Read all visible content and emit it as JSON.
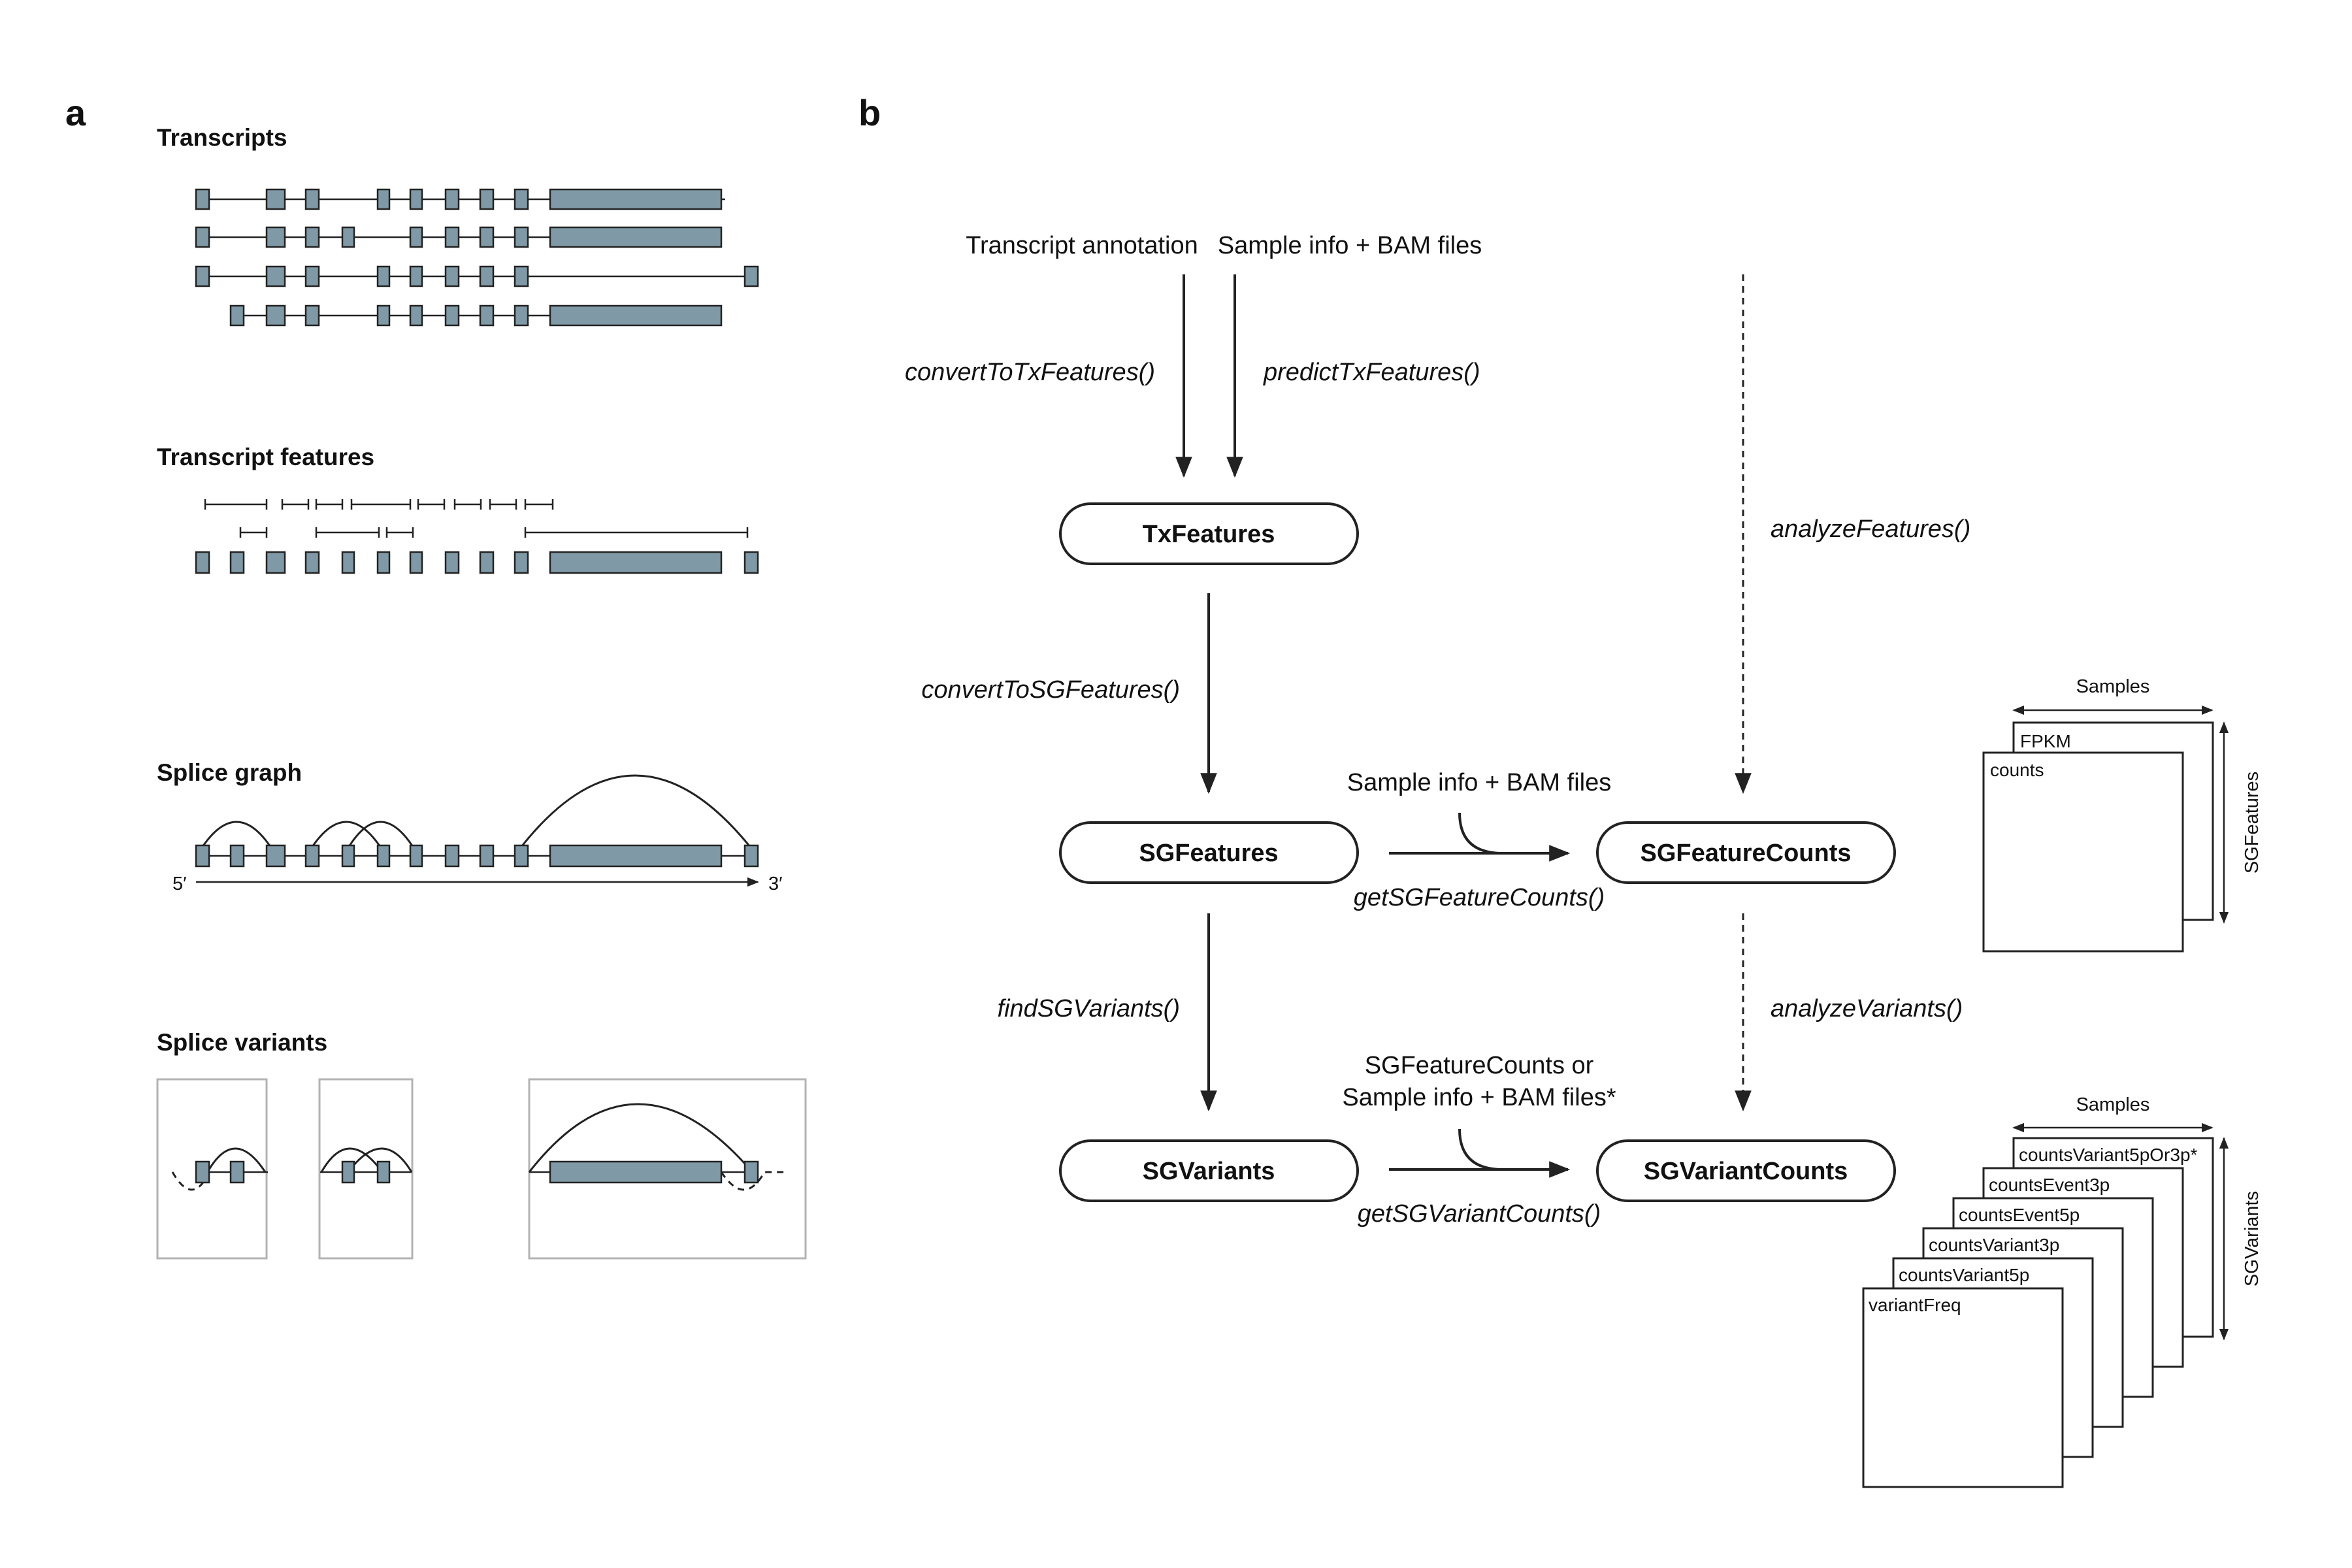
{
  "panel_a": {
    "letter": "a",
    "transcripts_title": "Transcripts",
    "features_title": "Transcript features",
    "splice_graph_title": "Splice graph",
    "five_prime": "5′",
    "three_prime": "3′",
    "variants_title": "Splice variants"
  },
  "panel_b": {
    "letter": "b",
    "input_annotation": "Transcript annotation",
    "input_samples": "Sample info + BAM files",
    "fn_convert_tx": "convertToTxFeatures()",
    "fn_predict_tx": "predictTxFeatures()",
    "fn_analyze_features": "analyzeFeatures()",
    "node_txfeatures": "TxFeatures",
    "fn_convert_sg": "convertToSGFeatures()",
    "node_sgfeatures": "SGFeatures",
    "samples_input_2": "Sample info + BAM files",
    "node_sgfeaturecounts": "SGFeatureCounts",
    "fn_get_feature_counts": "getSGFeatureCounts()",
    "fn_find_variants": "findSGVariants()",
    "fn_analyze_variants": "analyzeVariants()",
    "variant_input_line1": "SGFeatureCounts or",
    "variant_input_line2": "Sample info + BAM files*",
    "node_sgvariants": "SGVariants",
    "node_sgvariantcounts": "SGVariantCounts",
    "fn_get_variant_counts": "getSGVariantCounts()",
    "feature_stack": {
      "samples_label": "Samples",
      "rows_label": "SGFeatures",
      "sheets": [
        "FPKM",
        "counts"
      ]
    },
    "variant_stack": {
      "samples_label": "Samples",
      "rows_label": "SGVariants",
      "sheets": [
        "countsVariant5pOr3p*",
        "countsEvent3p",
        "countsEvent5p",
        "countsVariant3p",
        "countsVariant5p",
        "variantFreq"
      ]
    }
  },
  "colors": {
    "exon_fill": "#7f99a6",
    "stroke": "#222222",
    "box_gray": "#b3b3b3"
  }
}
